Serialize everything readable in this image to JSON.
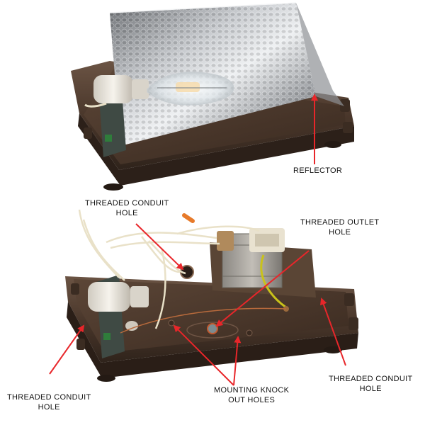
{
  "callouts": {
    "reflector": {
      "lines": [
        "REFLECTOR"
      ]
    },
    "threaded_conduit_hole_top": {
      "lines": [
        "THREADED CONDUIT",
        "HOLE"
      ]
    },
    "threaded_outlet_hole": {
      "lines": [
        "THREADED OUTLET",
        "HOLE"
      ]
    },
    "threaded_conduit_hole_left": {
      "lines": [
        "THREADED CONDUIT",
        "HOLE"
      ]
    },
    "mounting_knock_out_holes": {
      "lines": [
        "MOUNTING KNOCK",
        "OUT HOLES"
      ]
    },
    "threaded_conduit_hole_right": {
      "lines": [
        "THREADED CONDUIT",
        "HOLE"
      ]
    }
  },
  "colors": {
    "arrow": "#e8262a",
    "housing": "#4e3b2e",
    "reflector": "#b9bcc0",
    "label_text": "#111111"
  },
  "figure": {
    "pictures": [
      "lamp-housing-with-reflector",
      "lamp-housing-open-wiring"
    ]
  }
}
